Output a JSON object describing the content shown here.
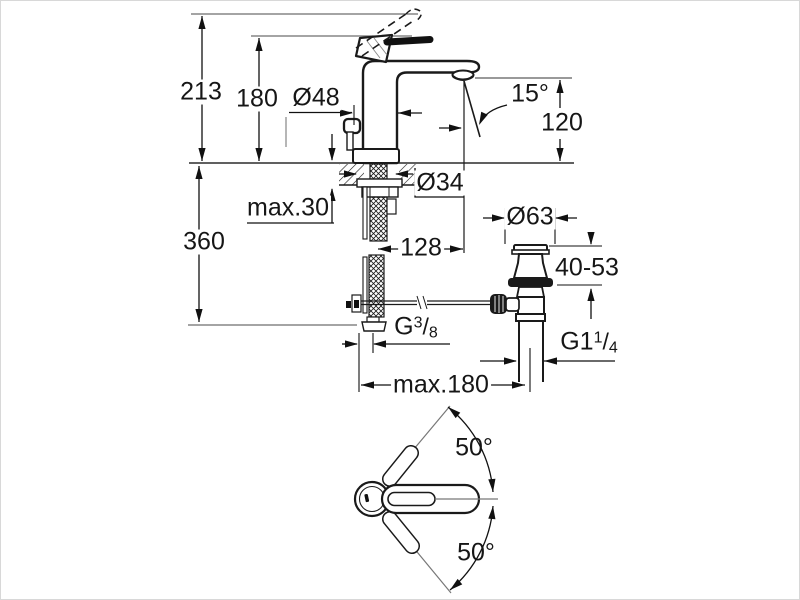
{
  "document": {
    "type": "technical-dimension-drawing",
    "subject": "single-lever basin mixer tap with pop-up waste set",
    "views": [
      "side elevation with mounting dimensions",
      "plan view of lever swivel range"
    ],
    "units": "mm"
  },
  "labels": {
    "height_total": "213",
    "height_to_lever": "180",
    "depth_below_deck": "360",
    "body_diameter": "Ø48",
    "spout_angle": "15°",
    "spout_height": "120",
    "hole_diameter": "Ø34",
    "deck_max_thickness": "max.30",
    "spout_reach": "128",
    "waste_flange_diameter": "Ø63",
    "basin_thickness_range": "40-53",
    "supply_thread_prefix": "G",
    "supply_thread_numerator": "3",
    "supply_thread_slash": "/",
    "supply_thread_denominator": "8",
    "waste_thread_prefix": "G1",
    "waste_thread_numerator": "1",
    "waste_thread_slash": "/",
    "waste_thread_denominator": "4",
    "max_spacing": "max.180",
    "swivel_up": "50°",
    "swivel_down": "50°"
  },
  "colors": {
    "object_line": "#1a1a1a",
    "dimension_line": "#111111",
    "reference_line": "#6e6e6e",
    "background": "#ffffff"
  }
}
